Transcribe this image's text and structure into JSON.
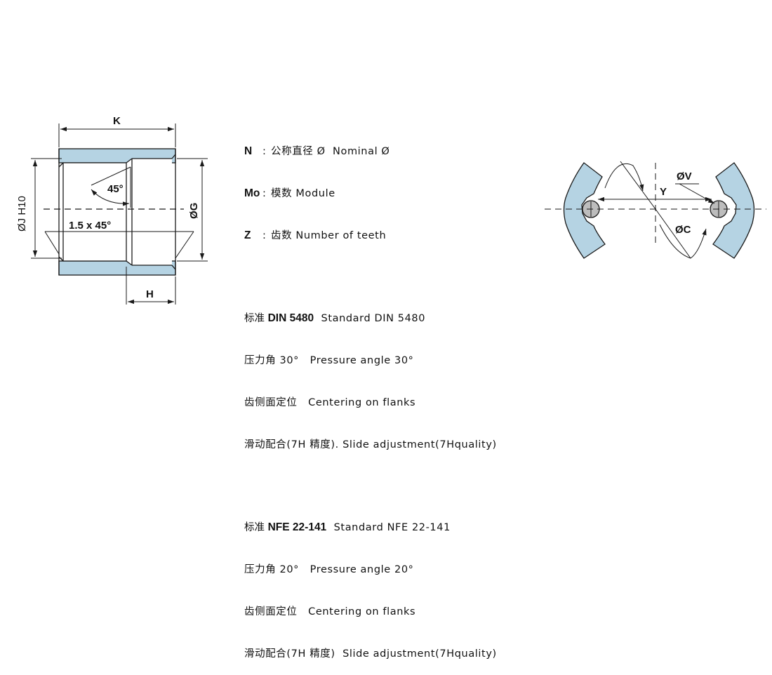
{
  "colors": {
    "fill": "#b5d3e3",
    "line": "#1a1a1a",
    "ball": "#bdbdbd"
  },
  "left_drawing": {
    "labels": {
      "K": "K",
      "H": "H",
      "G": "ØG",
      "J": "ØJ H10",
      "angle": "45°",
      "chamfer": "1.5 x 45°"
    }
  },
  "right_drawing": {
    "labels": {
      "V": "ØV",
      "Y": "Y",
      "C": "ØC"
    }
  },
  "legend": {
    "defs": [
      {
        "sym": "N",
        "colon": ":",
        "text": "公称直径 Ø  Nominal Ø"
      },
      {
        "sym": "Mo",
        "colon": ":",
        "text": "模数 Module"
      },
      {
        "sym": "Z",
        "colon": ":",
        "text": "齿数 Number of teeth"
      }
    ],
    "din": {
      "prefix": "标准 ",
      "code": "DIN 5480",
      "title_en": "  Standard DIN 5480",
      "pressure": "压力角 30°   Pressure angle 30°",
      "centering": "齿侧面定位   Centering on flanks",
      "fit": "滑动配合(7H 精度). Slide adjustment(7Hquality)"
    },
    "nfe": {
      "prefix": "标准 ",
      "code": "NFE 22-141",
      "title_en": "  Standard NFE 22-141",
      "pressure": "压力角 20°   Pressure angle 20°",
      "centering": "齿侧面定位   Centering on flanks",
      "fit": "滑动配合(7H 精度)  Slide adjustment(7Hquality)"
    }
  }
}
